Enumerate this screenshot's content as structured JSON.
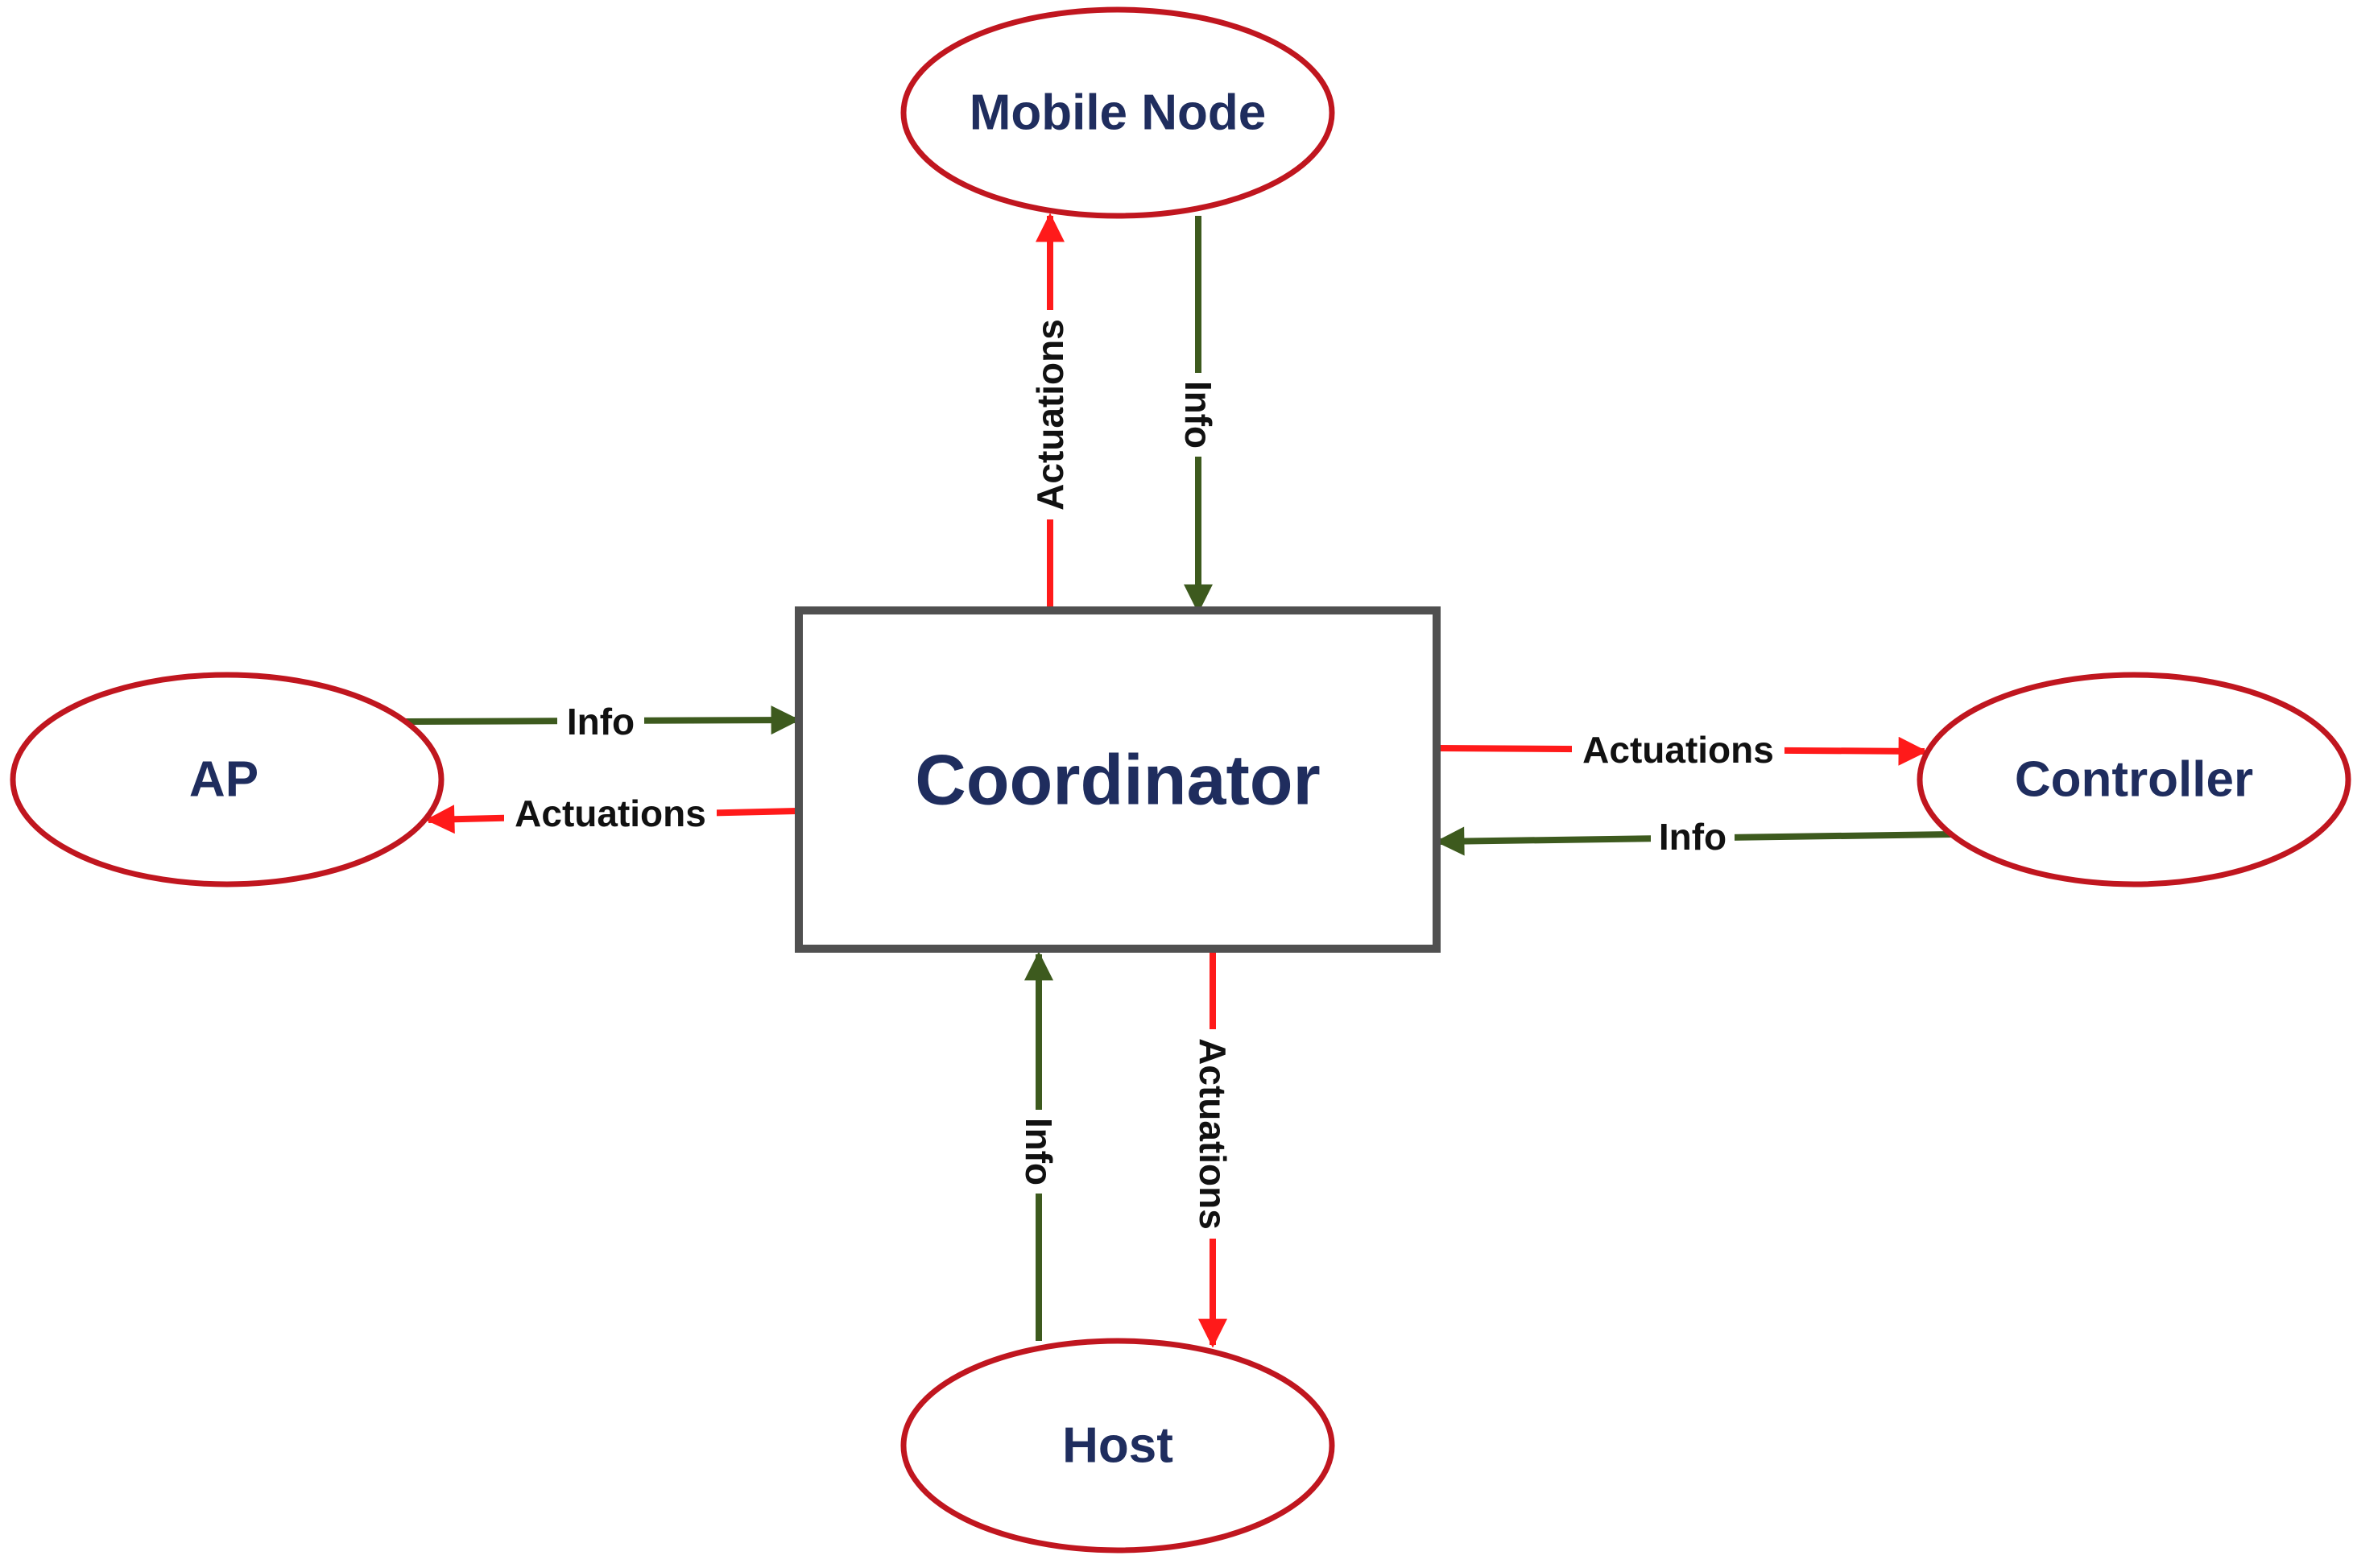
{
  "diagram": {
    "center": {
      "label": "Coordinator"
    },
    "nodes": {
      "mobile_node": "Mobile Node",
      "ap": "AP",
      "controller": "Controller",
      "host": "Host"
    },
    "edges": {
      "coord_to_mobile": "Actuations",
      "mobile_to_coord": "Info",
      "ap_to_coord": "Info",
      "coord_to_ap": "Actuations",
      "coord_to_controller": "Actuations",
      "controller_to_coord": "Info",
      "host_to_coord": "Info",
      "coord_to_host": "Actuations"
    },
    "colors": {
      "node_border": "#c0161f",
      "center_border": "#505050",
      "actuation_edge": "#ff1a1a",
      "info_edge": "#3d5a1e",
      "node_text": "#1f2d5e",
      "edge_text": "#111111"
    }
  }
}
